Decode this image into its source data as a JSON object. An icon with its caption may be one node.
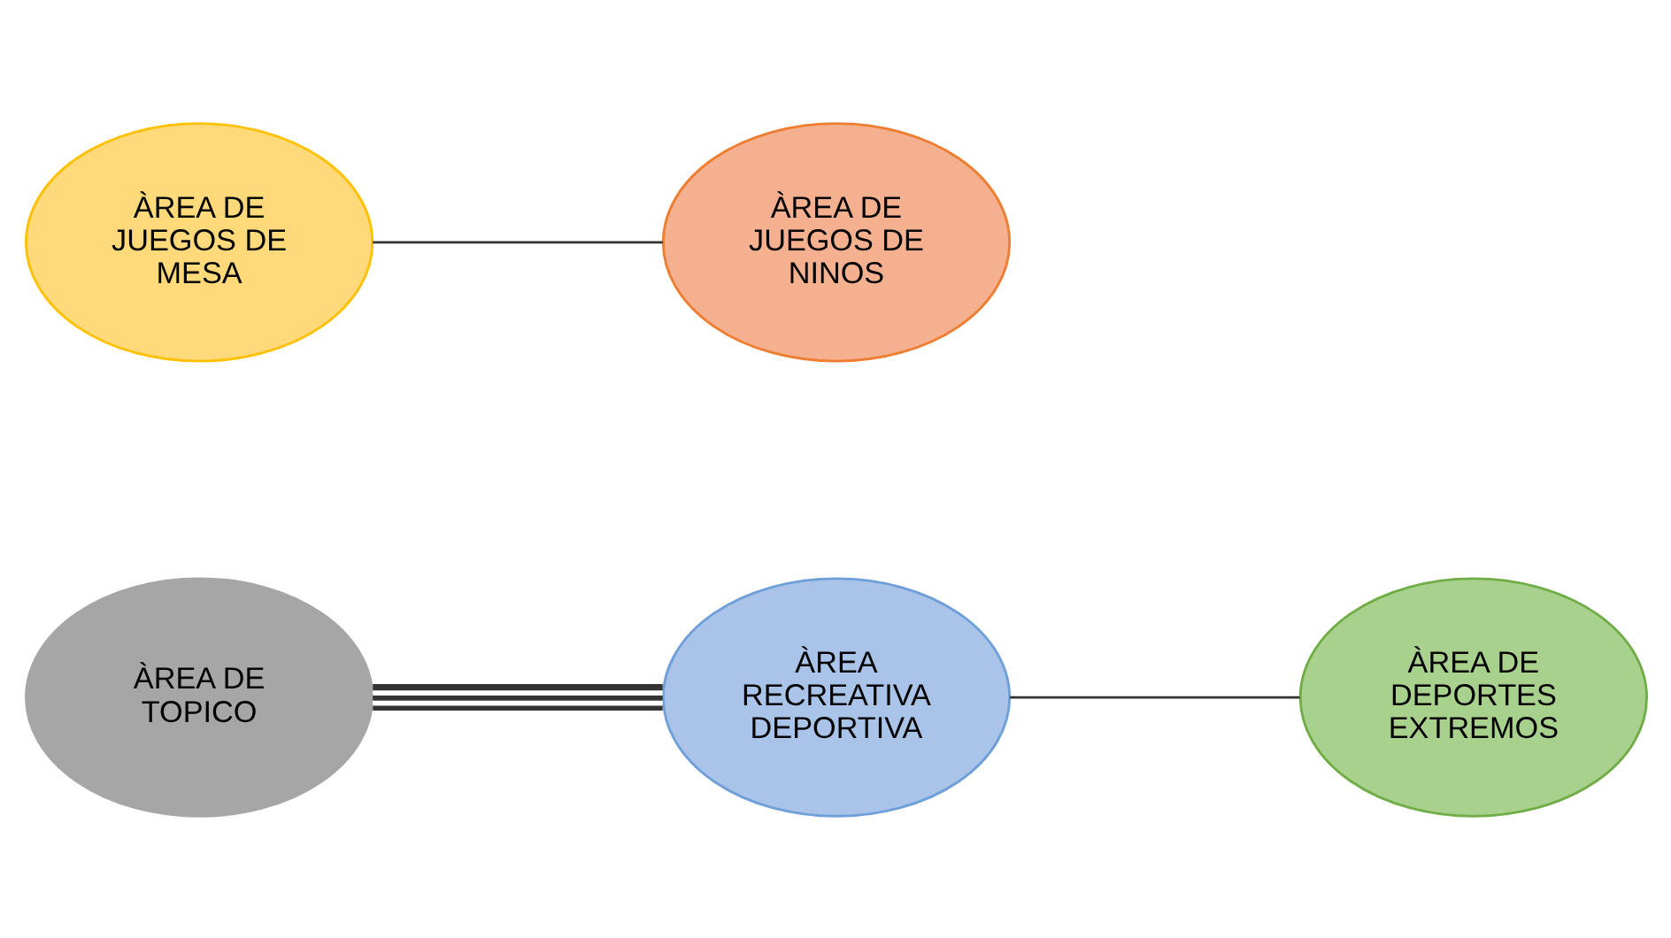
{
  "diagram": {
    "nodes": [
      {
        "text": [
          "ÀREA RECREATIVA DEPORTIVA"
        ]
      },
      {
        "text": [
          "ÀREA DE TOPICO"
        ]
      },
      {
        "text": [
          "ÀREA DE DEPORTES EXTREMOS"
        ]
      },
      {
        "text": [
          "ÀREA DE JUEGOS DE MESA"
        ]
      },
      {
        "text": [
          "ÀREA DE JUEGOS DE NINOS"
        ]
      }
    ],
    "edges": [
      {
        "from": 1,
        "to": 0,
        "arrow": "none",
        "style": "thick"
      },
      {
        "from": 0,
        "to": 2,
        "arrow": "none"
      },
      {
        "from": 3,
        "to": 4,
        "arrow": "none"
      }
    ]
  }
}
